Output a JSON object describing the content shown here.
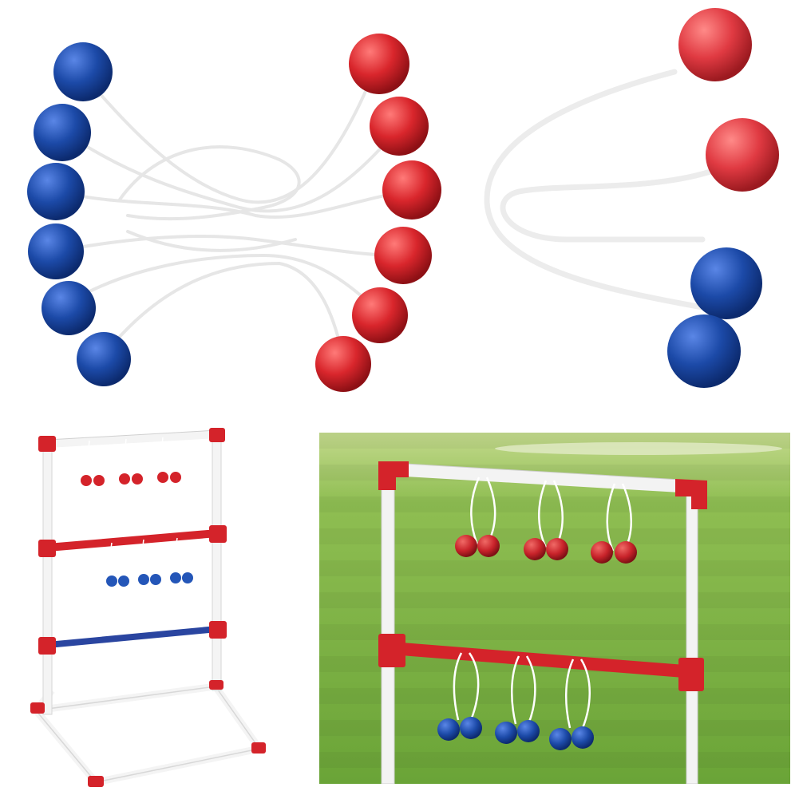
{
  "scene": {
    "panels": [
      "bolas-bundle",
      "bola-pair",
      "ladder-game-product",
      "ladder-game-on-lawn"
    ]
  },
  "colors": {
    "ball_red": "#d9262c",
    "ball_blue": "#1c4aa8",
    "rope": "#ffffff",
    "pipe": "#f2f2f2",
    "connector": "#d4232a",
    "blue_rung": "#2a45a0",
    "grass": "#6fa63a",
    "background": "#ffffff"
  }
}
